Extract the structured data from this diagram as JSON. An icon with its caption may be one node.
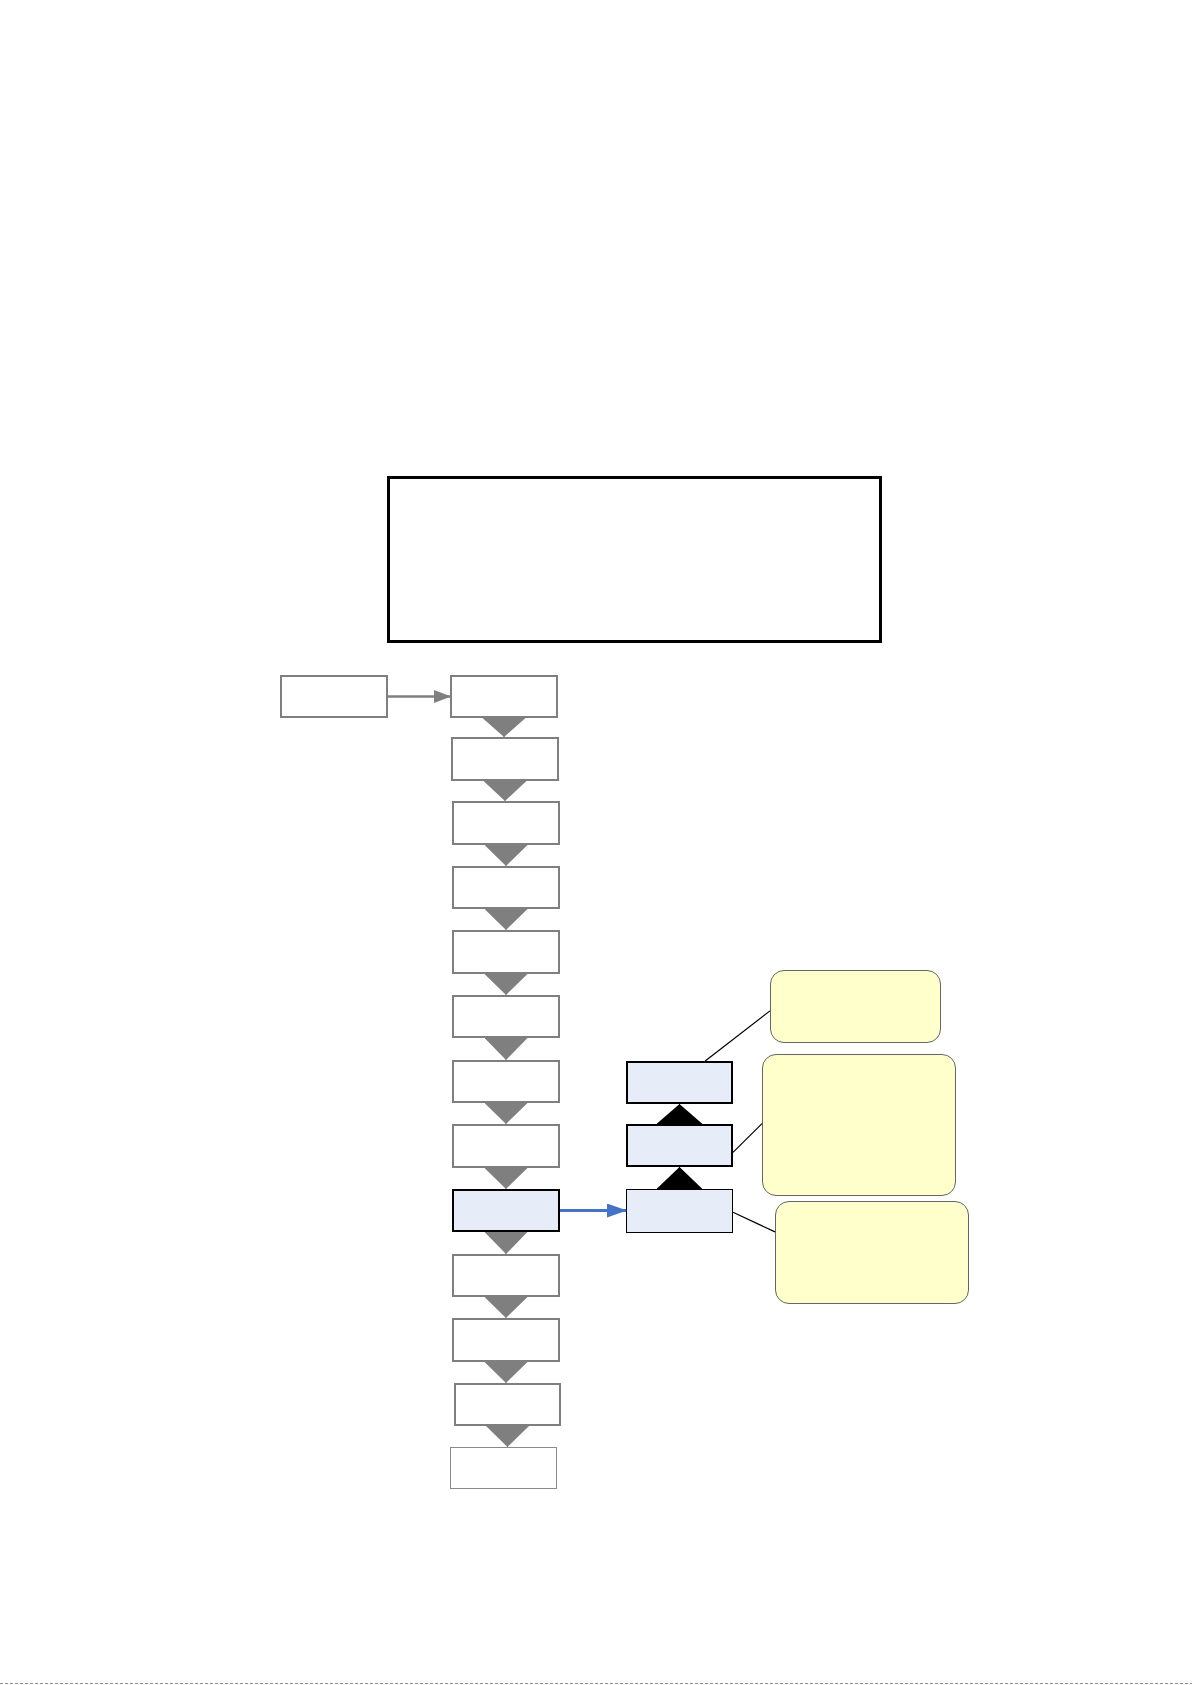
{
  "diagram": {
    "nodes": [
      {
        "text": [],
        "shape": "box"
      },
      {
        "text": [],
        "shape": "box"
      },
      {
        "text": [],
        "shape": "box"
      },
      {
        "text": [],
        "shape": "box"
      },
      {
        "text": [],
        "shape": "box"
      },
      {
        "text": [],
        "shape": "box"
      },
      {
        "text": [],
        "shape": "box"
      },
      {
        "text": [],
        "shape": "box"
      },
      {
        "text": [],
        "shape": "box"
      },
      {
        "text": [],
        "shape": "box"
      },
      {
        "text": [],
        "shape": "box"
      },
      {
        "text": [],
        "shape": "box"
      },
      {
        "text": [],
        "shape": "box"
      },
      {
        "text": [],
        "shape": "box"
      },
      {
        "text": [],
        "shape": "box"
      },
      {
        "text": [],
        "shape": "box"
      },
      {
        "text": [],
        "shape": "box"
      },
      {
        "text": [],
        "shape": "box"
      },
      {
        "text": [],
        "shape": "box"
      },
      {
        "text": [],
        "shape": "box"
      },
      {
        "text": [],
        "shape": "box"
      }
    ],
    "edges": [
      {
        "from": 1,
        "to": 2,
        "arrow": "to"
      },
      {
        "from": 2,
        "to": 3,
        "arrow": "to"
      },
      {
        "from": 3,
        "to": 4,
        "arrow": "to"
      },
      {
        "from": 4,
        "to": 5,
        "arrow": "to"
      },
      {
        "from": 5,
        "to": 6,
        "arrow": "to"
      },
      {
        "from": 6,
        "to": 7,
        "arrow": "to"
      },
      {
        "from": 7,
        "to": 8,
        "arrow": "to"
      },
      {
        "from": 8,
        "to": 9,
        "arrow": "to"
      },
      {
        "from": 9,
        "to": 10,
        "arrow": "to"
      },
      {
        "from": 10,
        "to": 11,
        "arrow": "to"
      },
      {
        "from": 11,
        "to": 12,
        "arrow": "to"
      },
      {
        "from": 12,
        "to": 13,
        "arrow": "to"
      },
      {
        "from": 13,
        "to": 14,
        "arrow": "to"
      },
      {
        "from": 10,
        "to": 17,
        "arrow": "to",
        "color": "#4472c4"
      },
      {
        "from": 17,
        "to": 16,
        "arrow": "to",
        "color": "#000000"
      },
      {
        "from": 16,
        "to": 15,
        "arrow": "to",
        "color": "#000000"
      },
      {
        "from": 15,
        "to": 18,
        "arrow": "none",
        "color": "#000000"
      },
      {
        "from": 16,
        "to": 19,
        "arrow": "none",
        "color": "#000000"
      },
      {
        "from": 17,
        "to": 20,
        "arrow": "none",
        "color": "#000000"
      }
    ]
  }
}
